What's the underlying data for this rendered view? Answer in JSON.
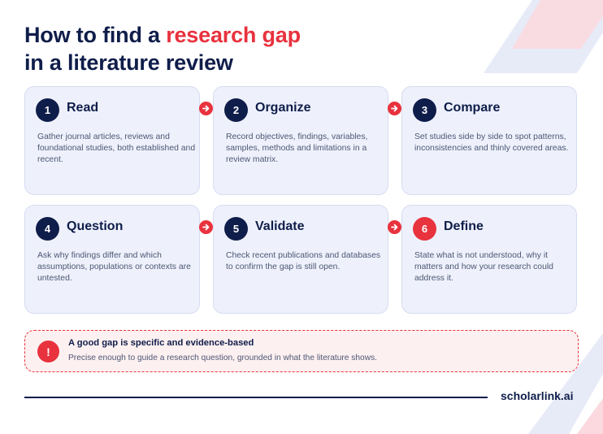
{
  "title": {
    "line1_start": "How to find a ",
    "line1_accent": "research gap",
    "line2": "in a literature review"
  },
  "colors": {
    "navy": "#0f1d4a",
    "accent": "#e8323e",
    "card_bg": "#eef1fb",
    "callout_bg": "#fdf0f0",
    "body_text": "#4d5775"
  },
  "steps": [
    {
      "number": "1",
      "title": "Read",
      "description": "Gather journal articles, reviews and foundational studies, both established and recent."
    },
    {
      "number": "2",
      "title": "Organize",
      "description": "Record objectives, findings, variables, samples, methods and limitations in a review matrix."
    },
    {
      "number": "3",
      "title": "Compare",
      "description": "Set studies side by side to spot patterns, inconsistencies and thinly covered areas."
    },
    {
      "number": "4",
      "title": "Question",
      "description": "Ask why findings differ and which assumptions, populations or contexts are untested."
    },
    {
      "number": "5",
      "title": "Validate",
      "description": "Check recent publications and databases to confirm the gap is still open."
    },
    {
      "number": "6",
      "title": "Define",
      "description": "State what is not understood, why it matters and how your research could address it."
    }
  ],
  "callout": {
    "icon": "!",
    "title": "A good gap is specific and evidence-based",
    "text": "Precise enough to guide a research question, grounded in what the literature shows."
  },
  "footer": {
    "brand": "scholarlink.ai"
  }
}
